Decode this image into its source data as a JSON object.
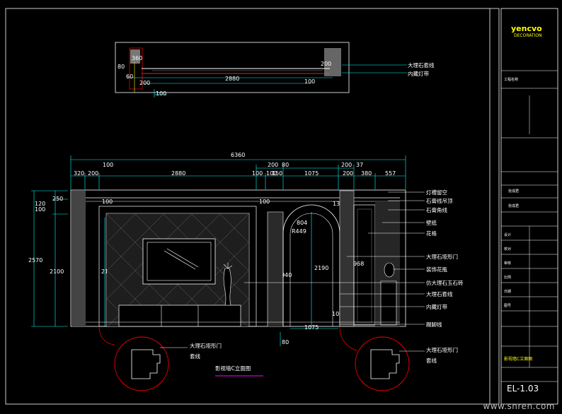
{
  "plan": {
    "dims": [
      "360",
      "80",
      "60",
      "200",
      "2880",
      "100",
      "200",
      "100"
    ],
    "labels": [
      "大理石套线",
      "内藏灯带"
    ]
  },
  "elevation": {
    "overall_width": "6360",
    "top_dims_row2": [
      "200",
      "80",
      "200",
      "37"
    ],
    "top_dims_row3": [
      "100",
      "320",
      "200",
      "2880",
      "100",
      "100",
      "150",
      "1075",
      "200",
      "380",
      "557"
    ],
    "left_dims": [
      "250",
      "120",
      "100",
      "2570",
      "2100"
    ],
    "inner_dims": [
      "100",
      "100",
      "132",
      "804",
      "R449",
      "2100",
      "1940",
      "2190",
      "1968",
      "100",
      "1075",
      "80"
    ],
    "right_labels": [
      "灯槽留空",
      "石膏线吊顶",
      "石膏角线",
      "壁纸",
      "花格",
      "大理石垭形门",
      "装饰花瓶",
      "仿大理石玉石砖",
      "大理石套线",
      "内藏灯带",
      "踢脚线"
    ],
    "detail_labels_left": [
      "大理石垭形门",
      "套线"
    ],
    "detail_labels_right": [
      "大理石垭形门",
      "套线"
    ],
    "caption": "影视墙C立面图"
  },
  "title_block": {
    "logo": "yencvo",
    "logo_sub": "DECORATION",
    "sheet_no": "EL-1.03",
    "client_label": "张成君",
    "project_label": "张成君",
    "drawing_name": "影视墙C立面图",
    "fields_small": [
      "工程名称",
      "设计",
      "校对",
      "审核",
      "比例",
      "日期",
      "图号"
    ]
  },
  "watermark": "www.snren.com"
}
